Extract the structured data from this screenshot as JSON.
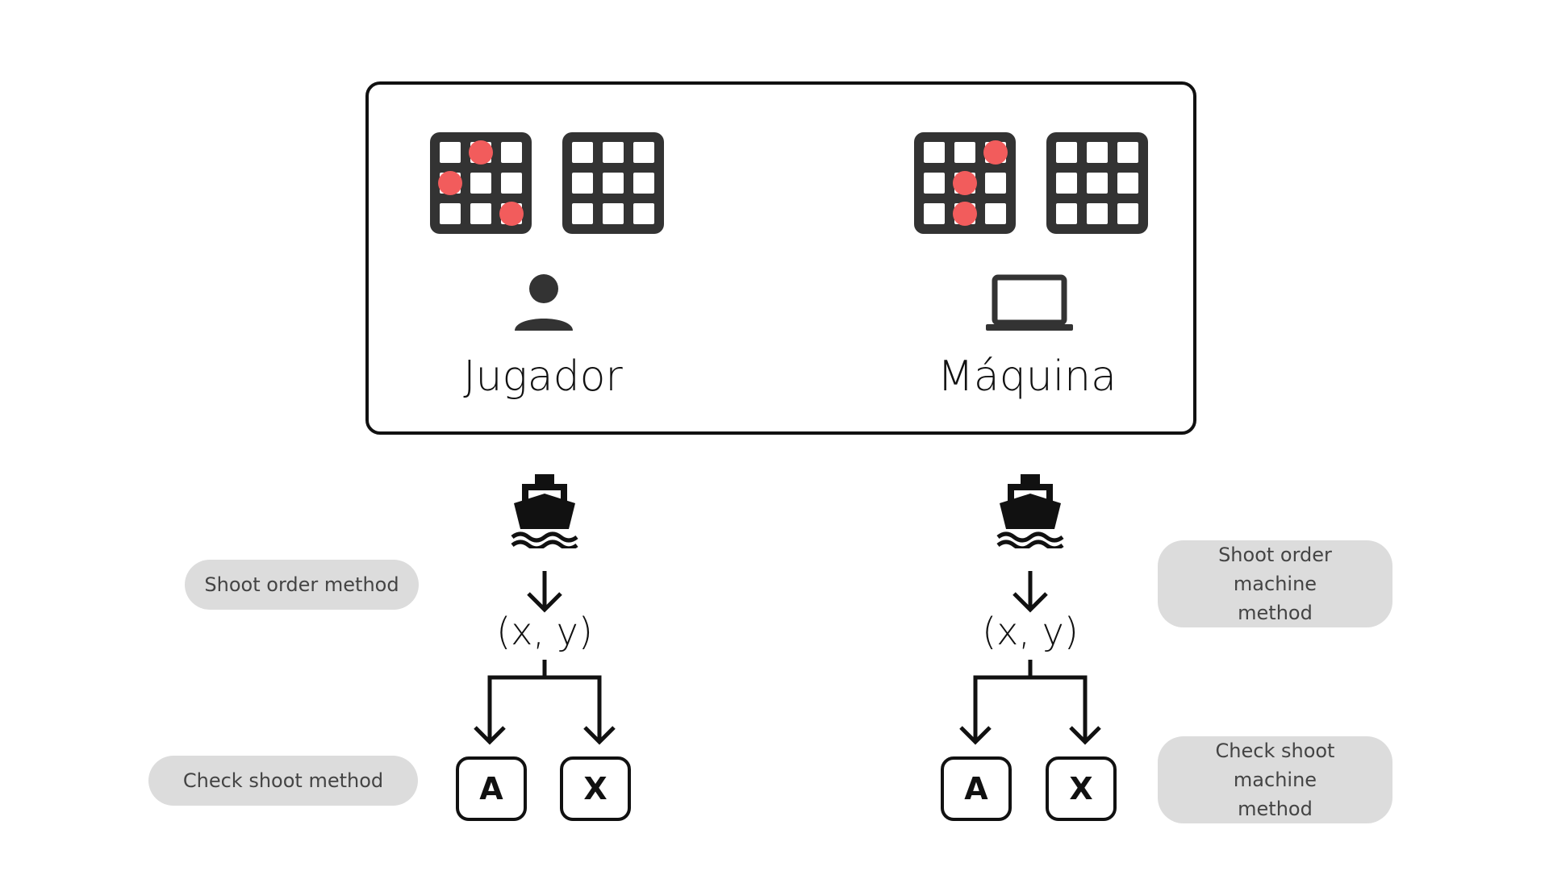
{
  "players": [
    {
      "label": "Jugador",
      "icon": "person-icon"
    },
    {
      "label": "Máquina",
      "icon": "laptop-icon"
    }
  ],
  "boards": {
    "player_shots": [
      [
        0,
        1
      ],
      [
        1,
        0
      ],
      [
        2,
        2
      ]
    ],
    "machine_shots": [
      [
        0,
        2
      ],
      [
        1,
        1
      ],
      [
        2,
        1
      ]
    ]
  },
  "flow": {
    "coordinate": "(x, y)",
    "ship_icon": "ship-icon",
    "results": [
      "A",
      "X"
    ]
  },
  "notes": {
    "shoot_order": "Shoot order method",
    "check_shoot": "Check shoot method",
    "shoot_order_machine": "Shoot order machine method",
    "check_shoot_machine": "Check shoot machine method"
  },
  "colors": {
    "grid": "#333333",
    "hit": "#f25c5c",
    "note_bg": "#dcdcdc",
    "note_text": "#444444"
  }
}
